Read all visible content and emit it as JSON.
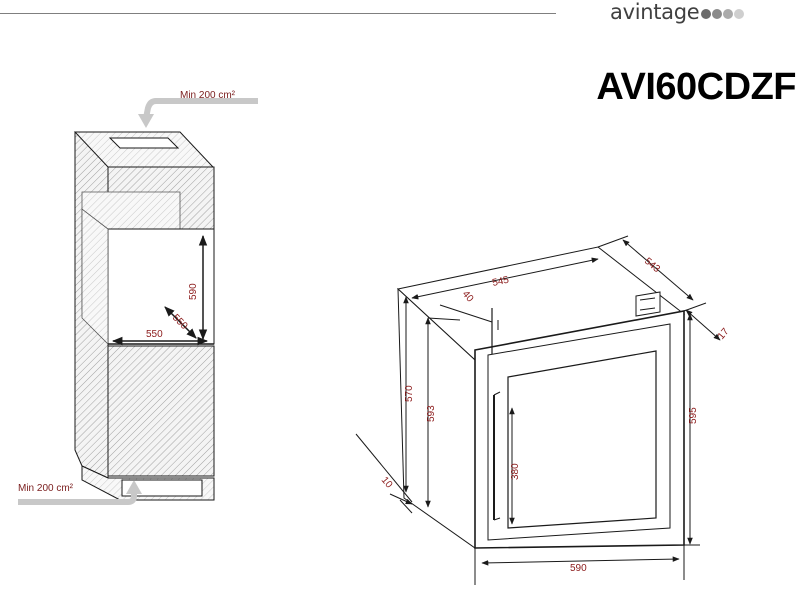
{
  "header": {
    "brand": "avintage",
    "model": "AVI60CDZF"
  },
  "installation": {
    "vent_top": "Min 200 cm²",
    "vent_bottom": "Min 200 cm²",
    "niche_height": "590",
    "niche_width": "550",
    "niche_depth": "550"
  },
  "appliance": {
    "depth_outer": "545",
    "depth_side": "543",
    "offset_top": "40",
    "body_height": "570",
    "front_height": "593",
    "total_height": "595",
    "bottom_offset": "10",
    "window_height": "380",
    "door_thickness": "17",
    "width": "590"
  },
  "colors": {
    "dimension": "#8b1a1a",
    "vent_arrow": "#c8c8c8",
    "outline": "#1a1a1a"
  }
}
